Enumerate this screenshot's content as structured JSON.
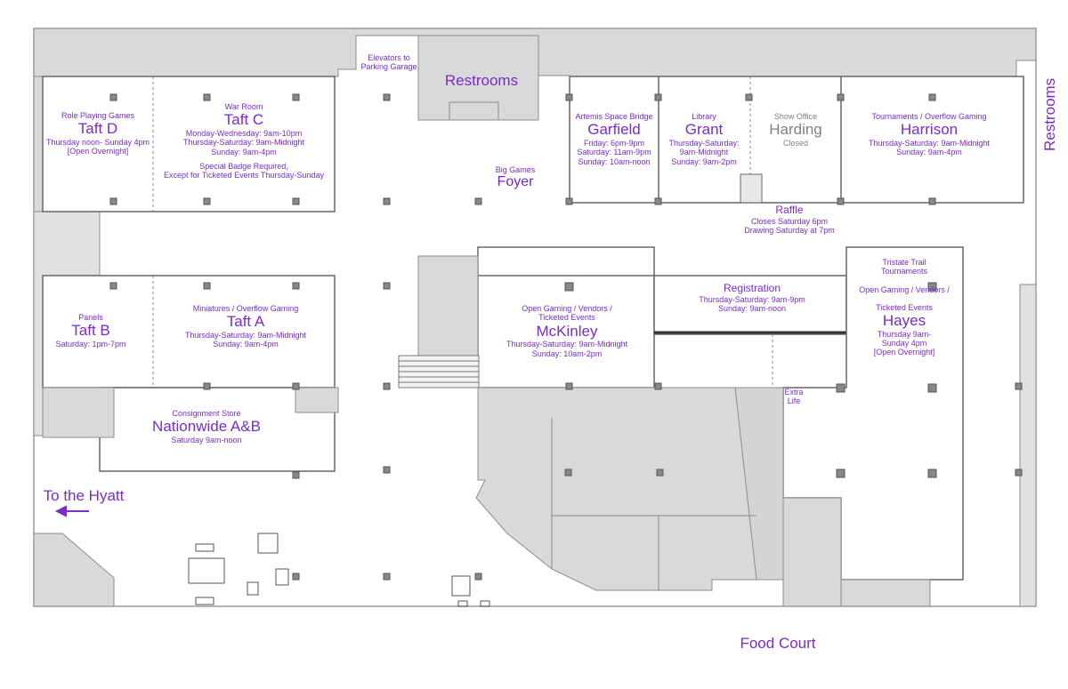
{
  "colors": {
    "label": "#7a2bc9",
    "grey_label": "#808080",
    "wall_fill": "#d9d9d9",
    "wall_stroke": "#8c8c8c",
    "room_fill": "#ffffff"
  },
  "rooms": {
    "taft_d": {
      "type": "Role Playing Games",
      "name": "Taft D",
      "hours": [
        "Thursday noon- Sunday 4pm",
        "[Open Overnight]"
      ]
    },
    "taft_c": {
      "type": "War Room",
      "name": "Taft C",
      "hours": [
        "Monday-Wednesday: 9am-10pm",
        "Thursday-Saturday: 9am-Midnight",
        "Sunday: 9am-4pm"
      ],
      "note": [
        "Special Badge Required,",
        "Except for Ticketed Events Thursday-Sunday"
      ]
    },
    "taft_b": {
      "type": "Panels",
      "name": "Taft B",
      "hours": [
        "Saturday: 1pm-7pm"
      ]
    },
    "taft_a": {
      "type": "Miniatures / Overflow Gaming",
      "name": "Taft A",
      "hours": [
        "Thursday-Saturday: 9am-Midnight",
        "Sunday: 9am-4pm"
      ]
    },
    "nationwide": {
      "type": "Consignment Store",
      "name": "Nationwide A&B",
      "hours": [
        "Saturday 9am-noon"
      ]
    },
    "garfield": {
      "type": "Artemis Space Bridge",
      "name": "Garfield",
      "hours": [
        "Friday: 6pm-9pm",
        "Saturday: 11am-9pm",
        "Sunday: 10am-noon"
      ]
    },
    "grant": {
      "type": "Library",
      "name": "Grant",
      "hours": [
        "Thursday-Saturday:",
        "9am-Midnight",
        "Sunday: 9am-2pm"
      ]
    },
    "harding": {
      "type": "Show Office",
      "name": "Harding",
      "hours": [
        "Closed"
      ]
    },
    "harrison": {
      "type": "Tournaments / Overflow Gaming",
      "name": "Harrison",
      "hours": [
        "Thursday-Saturday: 9am-Midnight",
        "Sunday: 9am-4pm"
      ]
    },
    "mckinley": {
      "type": [
        "Open Gaming / Vendors /",
        "Ticketed Events"
      ],
      "name": "McKinley",
      "hours": [
        "Thursday-Saturday: 9am-Midnight",
        "Sunday: 10am-2pm"
      ]
    },
    "registration": {
      "name": "Registration",
      "hours": [
        "Thursday-Saturday: 9am-9pm",
        "Sunday: 9am-noon"
      ]
    },
    "hayes": {
      "type": [
        "Tristate Trail",
        "Tournaments",
        "Open Gaming / Vendors /",
        "Ticketed Events"
      ],
      "name": "Hayes",
      "hours": [
        "Thursday 9am-",
        "Sunday 4pm",
        "[Open Overnight]"
      ]
    }
  },
  "areas": {
    "foyer": {
      "type": "Big Games",
      "name": "Foyer"
    },
    "raffle": {
      "name": "Raffle",
      "hours": [
        "Closes Saturday 6pm",
        "Drawing Saturday at 7pm"
      ]
    },
    "extra_life": [
      "Extra",
      "Life"
    ],
    "elevators": [
      "Elevators to",
      "Parking Garage"
    ],
    "restrooms_top": "Restrooms",
    "restrooms_right": "Restrooms",
    "to_hyatt": "To the Hyatt",
    "food_court": "Food Court"
  }
}
